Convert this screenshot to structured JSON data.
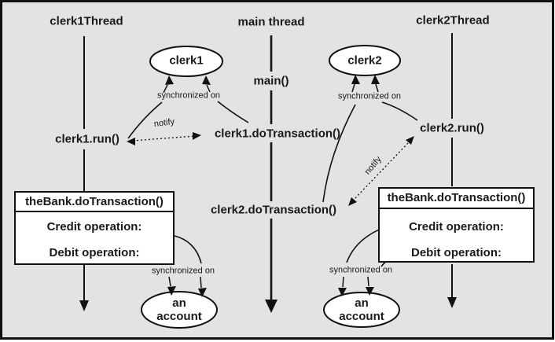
{
  "canvas": {
    "bg": "#e3e3e3",
    "ink": "#1a1a1a",
    "node_fill": "#ffffff"
  },
  "threads": {
    "clerk1_thread": {
      "label": "clerk1Thread"
    },
    "main_thread": {
      "label": "main thread",
      "call": "main()"
    },
    "clerk2_thread": {
      "label": "clerk2Thread"
    }
  },
  "methods": {
    "clerk1_run": "clerk1.run()",
    "clerk1_do": "clerk1.doTransaction()",
    "clerk2_run": "clerk2.run()",
    "clerk2_do": "clerk2.doTransaction()"
  },
  "nodes": {
    "clerk1": "clerk1",
    "clerk2": "clerk2",
    "account": {
      "line1": "an",
      "line2": "account"
    }
  },
  "bank_box": {
    "title": "theBank.doTransaction()",
    "credit": "Credit operation:",
    "debit": "Debit operation:"
  },
  "annotations": {
    "synchronized": "synchronized on",
    "notify": "notify"
  }
}
